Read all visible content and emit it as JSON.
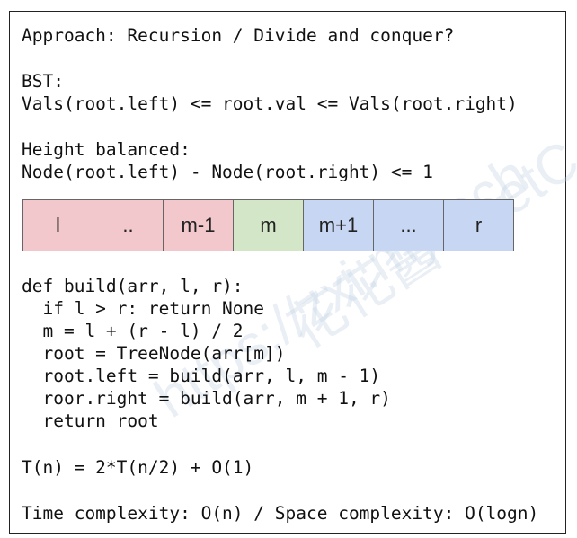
{
  "heading": {
    "approach": "Approach: Recursion / Divide and conquer?",
    "bst_label": "BST:",
    "bst_rule": "Vals(root.left) <= root.val <= Vals(root.right)",
    "balanced_label": "Height balanced:",
    "balanced_rule": "Node(root.left) - Node(root.right) <= 1"
  },
  "array": {
    "cells": [
      {
        "label": "l",
        "color": "#f2c8cc"
      },
      {
        "label": "..",
        "color": "#f2c8cc"
      },
      {
        "label": "m-1",
        "color": "#f2c8cc"
      },
      {
        "label": "m",
        "color": "#d3e6c8"
      },
      {
        "label": "m+1",
        "color": "#c7d7f3"
      },
      {
        "label": "...",
        "color": "#c7d7f3"
      },
      {
        "label": "r",
        "color": "#c7d7f3"
      }
    ]
  },
  "code": {
    "lines": [
      "def build(arr, l, r):",
      "  if l > r: return None",
      "  m = l + (r - l) / 2",
      "  root = TreeNode(arr[m])",
      "  root.left = build(arr, l, m - 1)",
      "  roor.right = build(arr, m + 1, r)",
      "  return root"
    ]
  },
  "analysis": {
    "recurrence": "T(n) = 2*T(n/2) + O(1)",
    "complexity": "Time complexity: O(n) / Space complexity: O(logn)"
  },
  "watermark": {
    "text1": "https://zxi.mytech",
    "text2": "花花酱 LeetC"
  }
}
